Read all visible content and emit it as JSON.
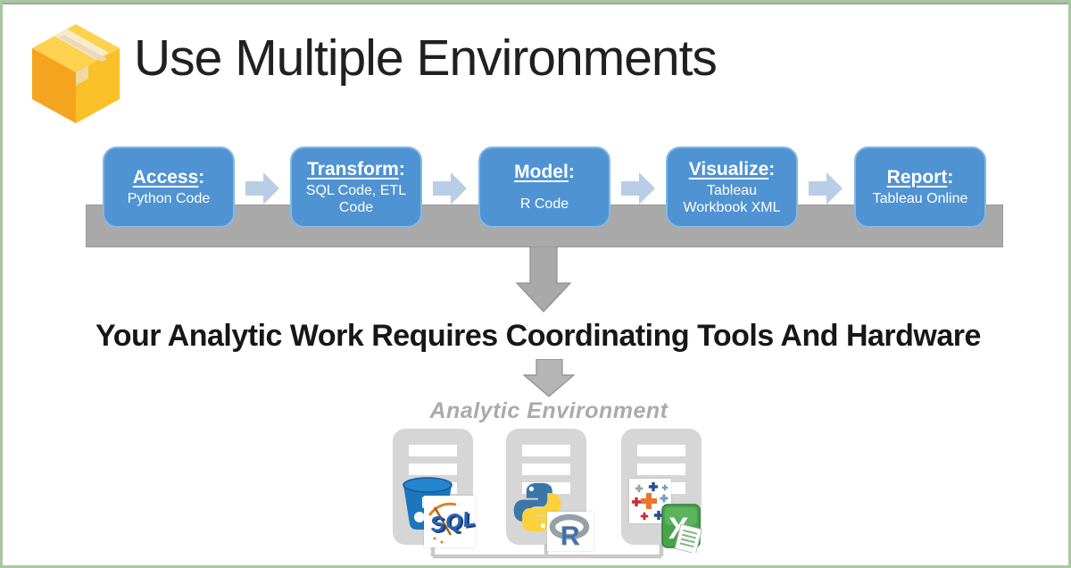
{
  "slide": {
    "title": "Use Multiple Environments",
    "headline": "Your Analytic Work Requires Coordinating Tools And Hardware",
    "environment_label": "Analytic Environment",
    "colon": ":"
  },
  "pipeline": {
    "steps": [
      {
        "label": "Access",
        "detail": "Python Code"
      },
      {
        "label": "Transform",
        "detail": "SQL Code, ETL Code"
      },
      {
        "label": "Model",
        "detail": "R Code"
      },
      {
        "label": "Visualize",
        "detail": "Tableau Workbook XML"
      },
      {
        "label": "Report",
        "detail": "Tableau Online"
      }
    ]
  },
  "icon_text": {
    "sql": "SQL",
    "r": "R",
    "excel": "X"
  },
  "colors": {
    "step_fill": "#4f93d2",
    "step_border": "#85b7e4",
    "flow_arrow_blue": "#b9cde6",
    "backbone_gray": "#a9a9a9",
    "server_gray": "#d6d6d6",
    "border_green": "#a9c7a1",
    "muted_gray_text": "#ababab",
    "package_orange": "#f5a41f",
    "package_yellow": "#fbbf27"
  }
}
